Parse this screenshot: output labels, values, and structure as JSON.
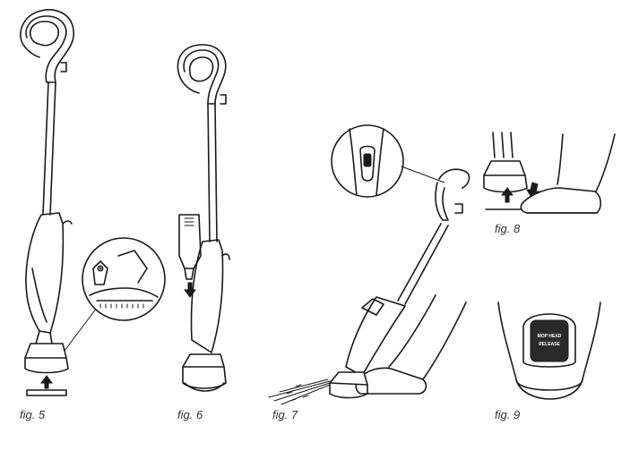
{
  "figures": [
    {
      "id": "fig5",
      "caption": "fig. 5"
    },
    {
      "id": "fig6",
      "caption": "fig. 6"
    },
    {
      "id": "fig7",
      "caption": "fig. 7"
    },
    {
      "id": "fig8",
      "caption": "fig. 8"
    },
    {
      "id": "fig9",
      "caption": "fig. 9"
    }
  ],
  "button": {
    "line1": "MOP HEAD",
    "line2": "RELEASE"
  },
  "colors": {
    "ink": "#1a1a1a",
    "button_fill": "#2a2a2a",
    "caption": "#333333"
  },
  "icons": [
    "arrow-up-icon",
    "arrow-down-icon",
    "foot-press-icon",
    "steam-spray-icon",
    "zoom-callout-icon"
  ]
}
